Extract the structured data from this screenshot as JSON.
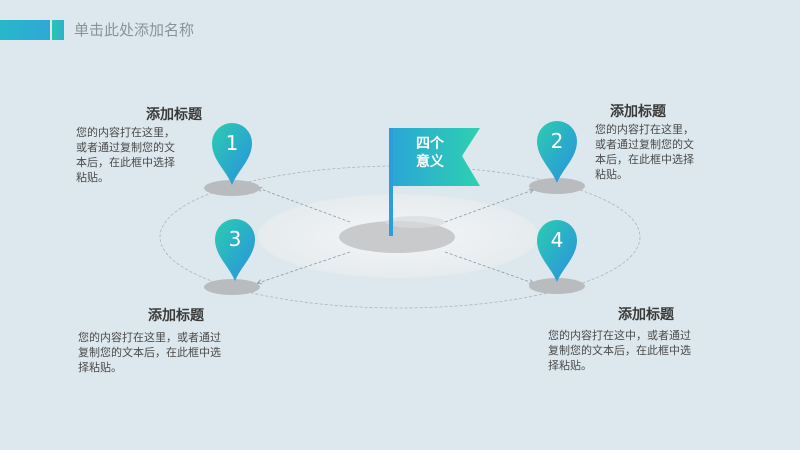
{
  "slide_title": "单击此处添加名称",
  "flag_text": [
    "四个",
    "意义"
  ],
  "items": [
    {
      "number": "1",
      "heading": "添加标题",
      "lines": [
        "您的内容打在这里，",
        "或者通过复制您的文",
        "本后，在此框中选择",
        "粘贴。"
      ]
    },
    {
      "number": "2",
      "heading": "添加标题",
      "lines": [
        "您的内容打在这里，",
        "或者通过复制您的文",
        "本后，在此框中选择",
        "粘贴。"
      ]
    },
    {
      "number": "3",
      "heading": "添加标题",
      "lines": [
        "您的内容打在这里，或者通过",
        "复制您的文本后，在此框中选",
        "择粘贴。"
      ]
    },
    {
      "number": "4",
      "heading": "添加标题",
      "lines": [
        "您的内容打在这中，或者通过",
        "复制您的文本后，在此框中选",
        "择粘贴。"
      ]
    }
  ],
  "colors": {
    "accent_teal": "#2bc3b6",
    "accent_blue": "#2a9fdc",
    "background": "#dde8ee"
  }
}
